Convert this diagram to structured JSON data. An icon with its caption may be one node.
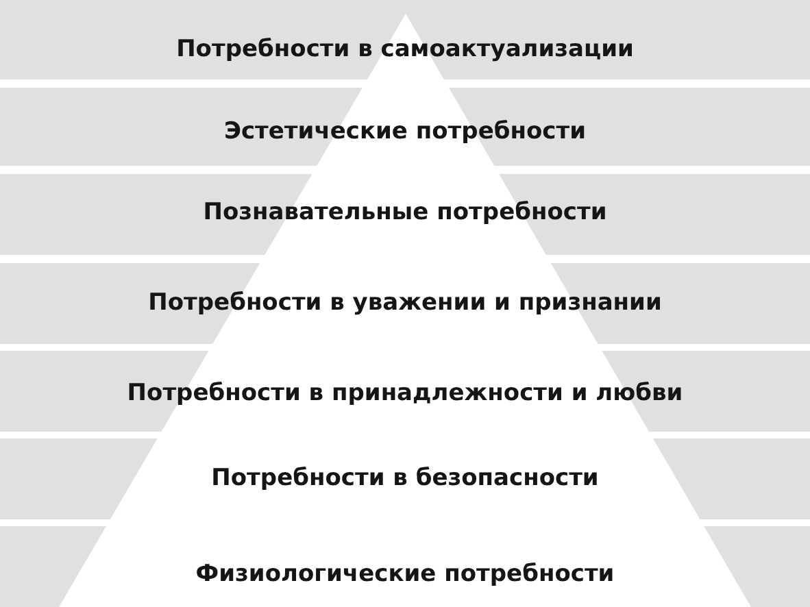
{
  "diagram": {
    "nodes": [
      {
        "text": [
          "Потребности в самоактуализации"
        ]
      },
      {
        "text": [
          "Эстетические потребности"
        ]
      },
      {
        "text": [
          "Познавательные потребности"
        ]
      },
      {
        "text": [
          "Потребности в уважении и признании"
        ]
      },
      {
        "text": [
          "Потребности в принадлежности и любви"
        ]
      },
      {
        "text": [
          "Потребности в безопасности"
        ]
      },
      {
        "text": [
          "Физиологические потребности"
        ]
      }
    ]
  }
}
